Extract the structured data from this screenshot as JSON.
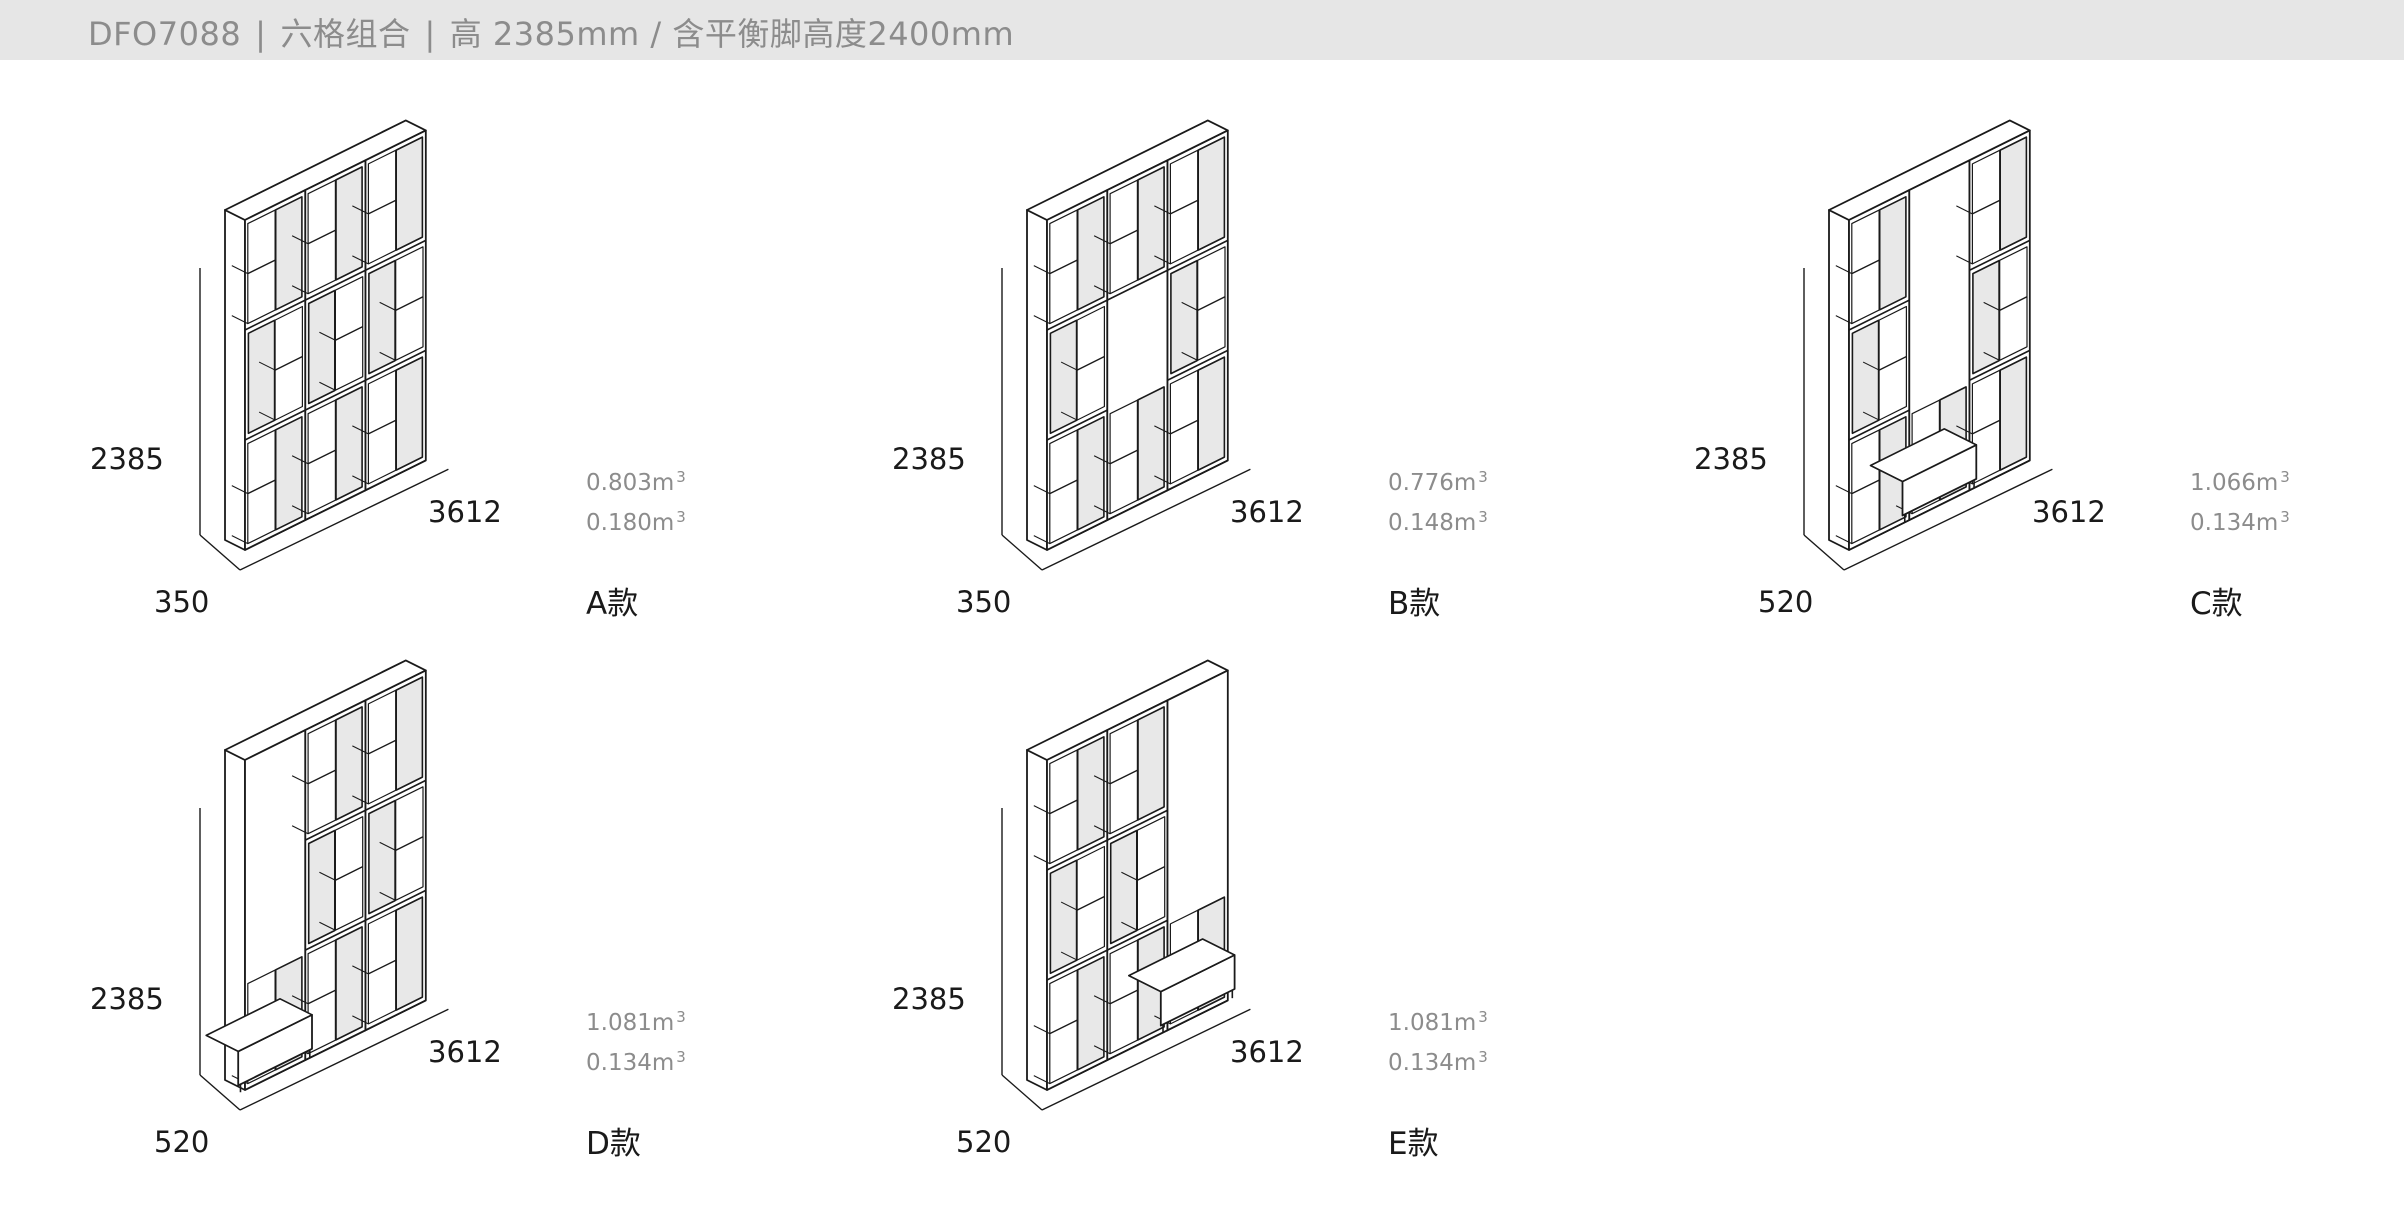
{
  "header": {
    "model": "DFO7088",
    "config": "六格组合",
    "height_text": "高 2385mm / 含平衡脚高度2400mm"
  },
  "variants": [
    {
      "height": "2385",
      "width": "3612",
      "depth": "350",
      "vol1": "0.803m",
      "vol2": "0.180m",
      "sup": "3",
      "label": "A款"
    },
    {
      "height": "2385",
      "width": "3612",
      "depth": "350",
      "vol1": "0.776m",
      "vol2": "0.148m",
      "sup": "3",
      "label": "B款"
    },
    {
      "height": "2385",
      "width": "3612",
      "depth": "520",
      "vol1": "1.066m",
      "vol2": "0.134m",
      "sup": "3",
      "label": "C款"
    },
    {
      "height": "2385",
      "width": "3612",
      "depth": "520",
      "vol1": "1.081m",
      "vol2": "0.134m",
      "sup": "3",
      "label": "D款"
    },
    {
      "height": "2385",
      "width": "3612",
      "depth": "520",
      "vol1": "1.081m",
      "vol2": "0.134m",
      "sup": "3",
      "label": "E款"
    }
  ],
  "colors": {
    "header_bg": "#e6e6e6",
    "header_text": "#8c8c8c",
    "line": "#1a1a1a",
    "door_fill": "#e8e8e8"
  }
}
